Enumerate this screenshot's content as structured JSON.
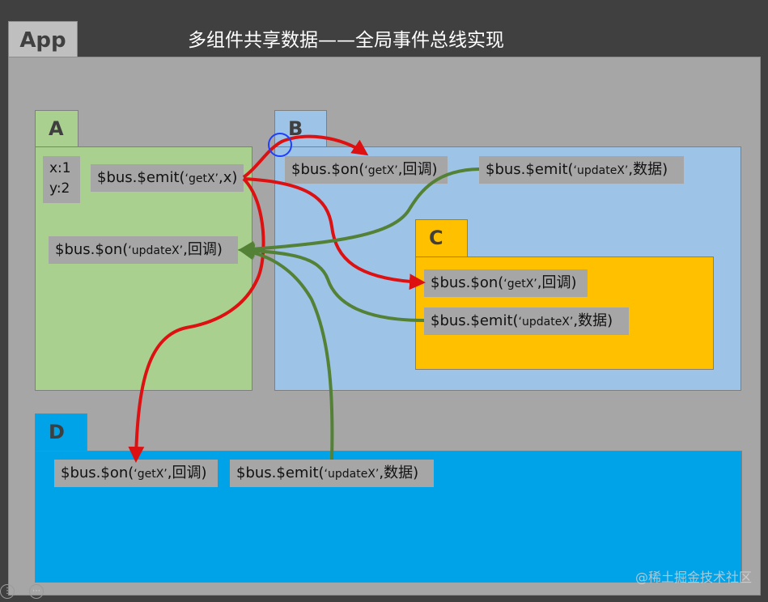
{
  "app": {
    "label": "App"
  },
  "title": "多组件共享数据——全局事件总线实现",
  "components": {
    "a": {
      "label": "A",
      "vars": [
        "x:1",
        "y:2"
      ],
      "emit": {
        "prefix": "$bus.$emit(",
        "event": "‘getX’",
        "suffix": ",x)"
      },
      "on": {
        "prefix": "$bus.$on(",
        "event": "‘updateX’",
        "suffix": ",回调)"
      }
    },
    "b": {
      "label": "B",
      "on": {
        "prefix": "$bus.$on(",
        "event": "‘getX’",
        "suffix": ",回调)"
      },
      "emit": {
        "prefix": "$bus.$emit(",
        "event": "‘updateX’",
        "suffix": ",数据)"
      }
    },
    "c": {
      "label": "C",
      "on": {
        "prefix": "$bus.$on(",
        "event": "‘getX’",
        "suffix": ",回调)"
      },
      "emit": {
        "prefix": "$bus.$emit(",
        "event": "‘updateX’",
        "suffix": ",数据)"
      }
    },
    "d": {
      "label": "D",
      "on": {
        "prefix": "$bus.$on(",
        "event": "‘getX’",
        "suffix": ",回调)"
      },
      "emit": {
        "prefix": "$bus.$emit(",
        "event": "‘updateX’",
        "suffix": ",数据)"
      }
    }
  },
  "colors": {
    "a": "#a9d08e",
    "b": "#9dc3e6",
    "c": "#ffc000",
    "d": "#00a2e8",
    "red_arrow": "#dd1111",
    "green_arrow": "#538135",
    "highlight_circle": "#1f3fff"
  },
  "watermark": "@稀土掘金技术社区",
  "corner_icons": [
    "⋮",
    "⋯"
  ]
}
